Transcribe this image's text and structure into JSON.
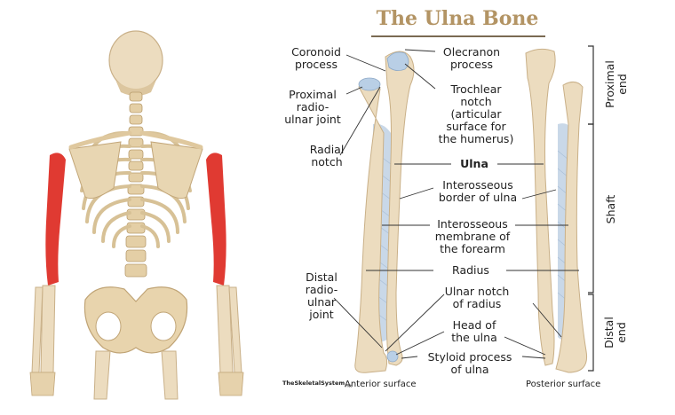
{
  "title": "The Ulna Bone",
  "labels": {
    "coronoid": [
      "Coronoid",
      "process"
    ],
    "olecranon": [
      "Olecranon",
      "process"
    ],
    "proximal_joint": [
      "Proximal",
      "radio-",
      "ulnar joint"
    ],
    "trochlear": [
      "Trochlear",
      "notch",
      "(articular",
      "surface for",
      "the humerus)"
    ],
    "radial_notch": [
      "Radial",
      "notch"
    ],
    "ulna": "Ulna",
    "interosseous_border": [
      "Interosseous",
      "border of ulna"
    ],
    "interosseous_membrane": [
      "Interosseous",
      "membrane of",
      "the forearm"
    ],
    "radius": "Radius",
    "distal_joint": [
      "Distal",
      "radio-",
      "ulnar",
      "joint"
    ],
    "ulnar_notch": [
      "Ulnar notch",
      "of radius"
    ],
    "head": [
      "Head of",
      "the ulna"
    ],
    "styloid": [
      "Styloid process",
      "of ulna"
    ]
  },
  "regions": {
    "proximal": [
      "Proximal",
      "end"
    ],
    "shaft": "Shaft",
    "distal": [
      "Distal",
      "end"
    ]
  },
  "surfaces": {
    "anterior": "Anterior surface",
    "posterior": "Posterior surface"
  },
  "brand": {
    "name": "TheSkeletalSystem",
    "suffix": ".net"
  },
  "colors": {
    "bone": "#ecdcbf",
    "bone_shadow": "#d2b98c",
    "highlight": "#e03a32",
    "membrane": "#c3d4e6",
    "cartilage": "#b9cfe6",
    "title": "#b39464"
  }
}
